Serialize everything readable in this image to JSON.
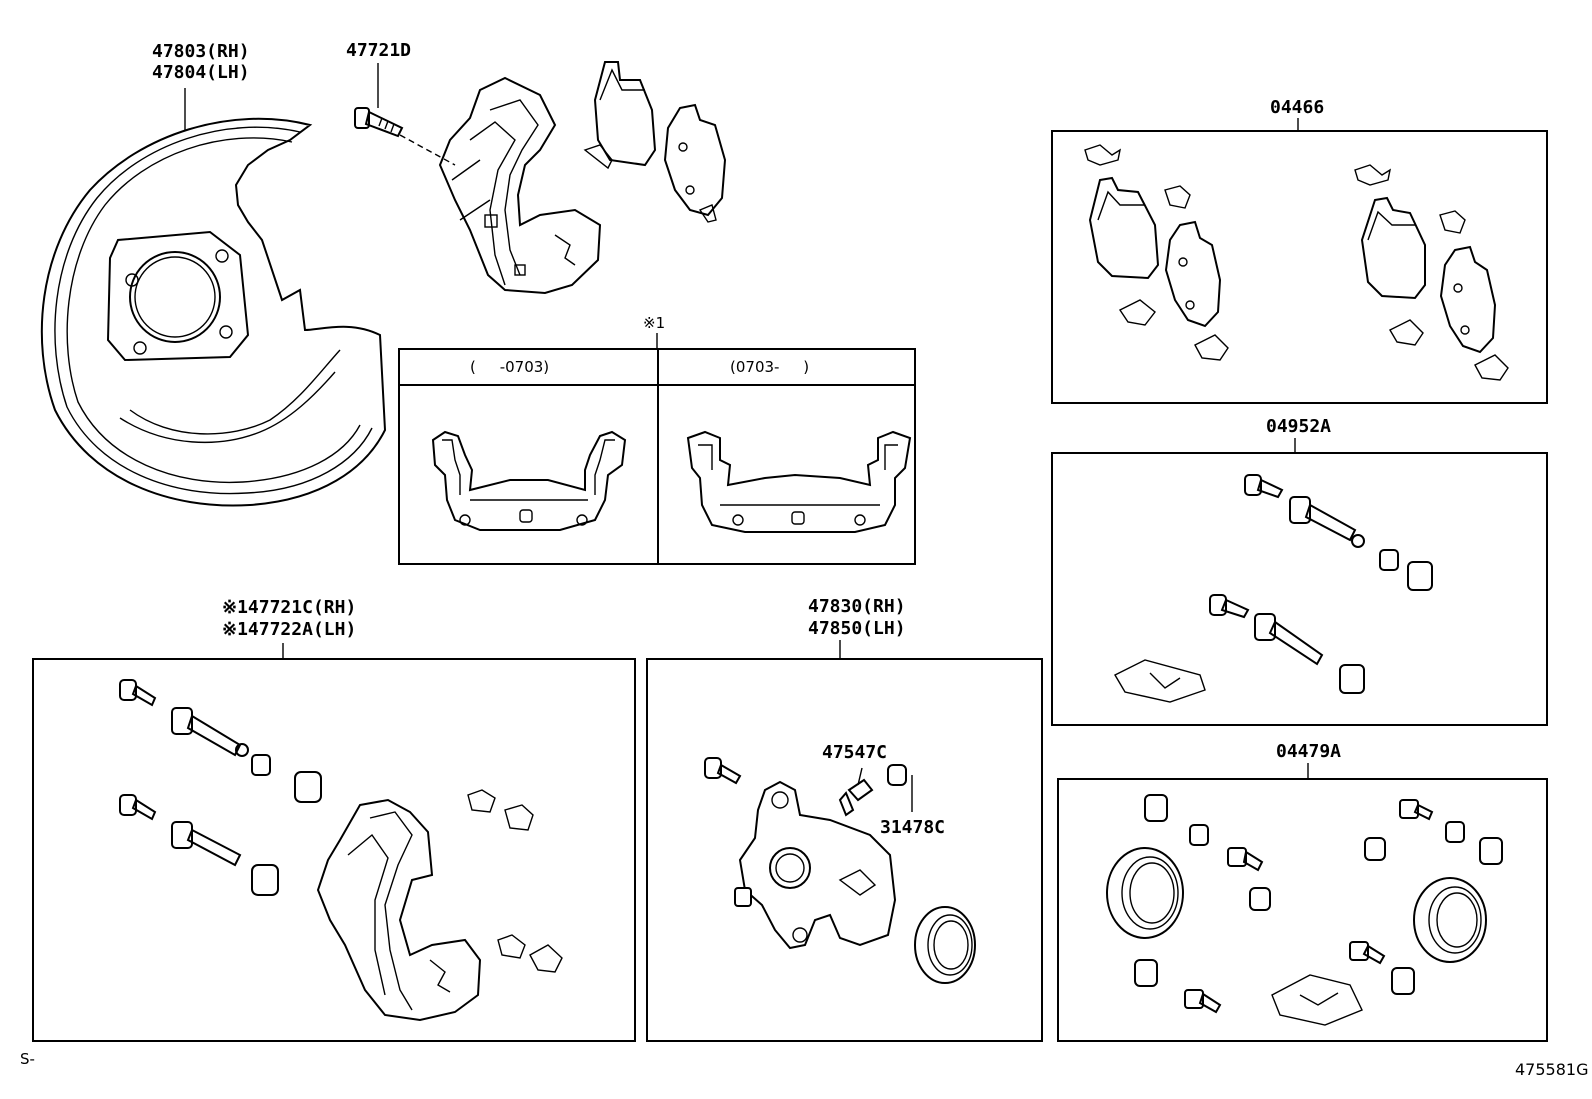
{
  "labels": {
    "shield_rh": "47803(RH)",
    "shield_lh": "47804(LH)",
    "bolt": "47721D",
    "kit_04466": "04466",
    "kit_04952a": "04952A",
    "kit_04479a": "04479A",
    "note_mark": "※1",
    "range_left": "(     -0703)",
    "range_right": "(0703-     )",
    "mount_rh": "※147721C(RH)",
    "mount_lh": "※147722A(LH)",
    "caliper_rh": "47830(RH)",
    "caliper_lh": "47850(LH)",
    "bleeder": "47547C",
    "cap": "31478C",
    "footer_left": "S-",
    "footer_right": "475581G"
  }
}
